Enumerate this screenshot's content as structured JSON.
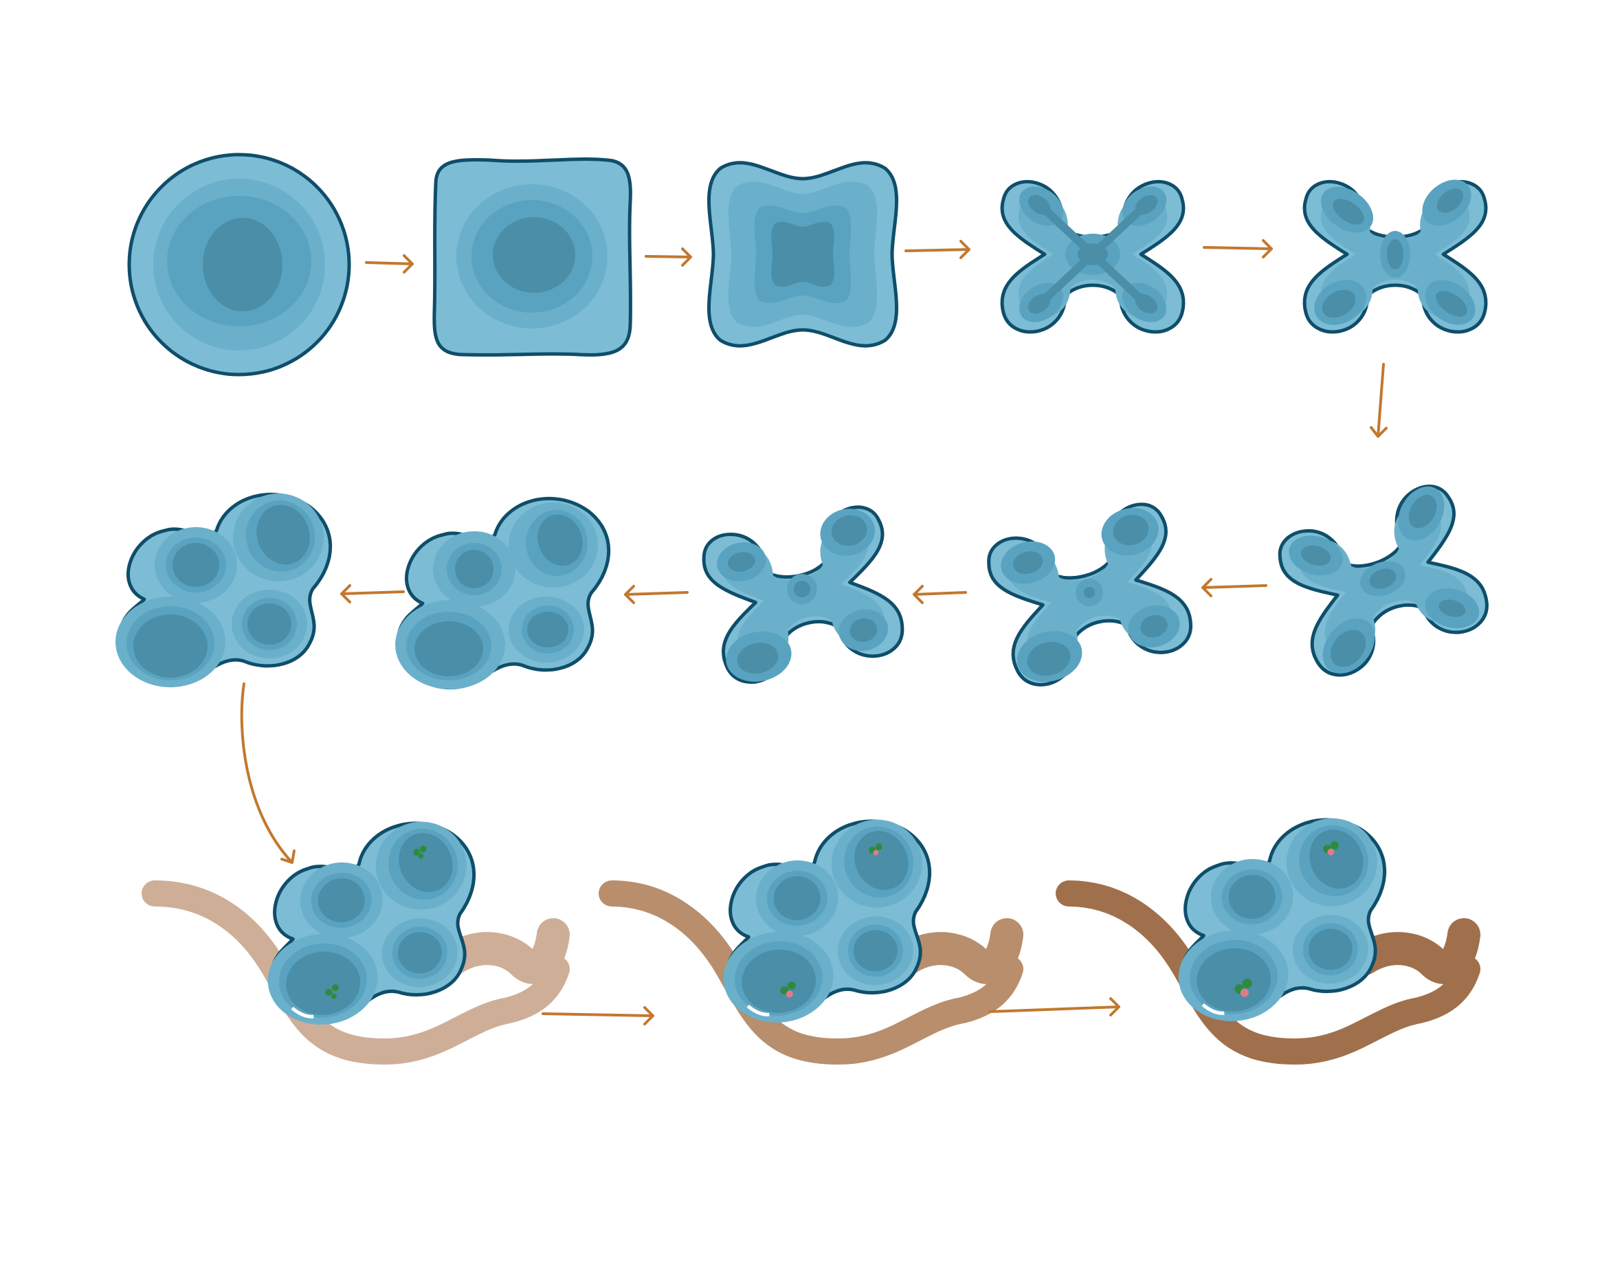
{
  "palette": {
    "background": "#ffffff",
    "cell_outline": "#0f4e6a",
    "cell_outer": "#7cbdd5",
    "cell_band": "#6ab0ca",
    "cell_mid": "#5aa3c0",
    "cell_dark": "#4a8ea8",
    "arrow": "#c2782e",
    "fiber_stage_1": "#cfae98",
    "fiber_stage_2": "#b88e6c",
    "fiber_stage_3": "#a0704c",
    "marker_green": "#2e8b3e",
    "marker_pink": "#e07a8a"
  },
  "stages": [
    {
      "id": "round-cell",
      "shape": "circle"
    },
    {
      "id": "squarish-cell",
      "shape": "rounded-square"
    },
    {
      "id": "pinched-cell",
      "shape": "four-lobed"
    },
    {
      "id": "x-shaped-cell",
      "shape": "x-with-channels"
    },
    {
      "id": "x-shaped-cell-four-nuclei",
      "shape": "x-with-four-nuclei"
    },
    {
      "id": "tilted-x-cell",
      "shape": "tilted-x"
    },
    {
      "id": "tilted-x-cell-center-dot",
      "shape": "tilted-x"
    },
    {
      "id": "tilted-x-cell-five-nuclei",
      "shape": "tilted-x"
    },
    {
      "id": "four-lobed-cell",
      "shape": "four-nuclei-cluster"
    },
    {
      "id": "four-lobed-cell-final",
      "shape": "four-nuclei-cluster"
    },
    {
      "id": "cell-on-fiber-1",
      "fiber": "fiber_stage_1",
      "markers": 2
    },
    {
      "id": "cell-on-fiber-2",
      "fiber": "fiber_stage_2",
      "markers": 2
    },
    {
      "id": "cell-on-fiber-3",
      "fiber": "fiber_stage_3",
      "markers": 2
    }
  ],
  "arrows": [
    {
      "id": "arrow-1-2",
      "direction": "right"
    },
    {
      "id": "arrow-2-3",
      "direction": "right"
    },
    {
      "id": "arrow-3-4",
      "direction": "right"
    },
    {
      "id": "arrow-4-5",
      "direction": "right"
    },
    {
      "id": "arrow-5-6",
      "direction": "down"
    },
    {
      "id": "arrow-6-7",
      "direction": "left"
    },
    {
      "id": "arrow-7-8",
      "direction": "left"
    },
    {
      "id": "arrow-8-9",
      "direction": "left"
    },
    {
      "id": "arrow-9-10",
      "direction": "left"
    },
    {
      "id": "arrow-10-11",
      "direction": "curved-down"
    },
    {
      "id": "arrow-11-12",
      "direction": "right"
    },
    {
      "id": "arrow-12-13",
      "direction": "right"
    }
  ]
}
